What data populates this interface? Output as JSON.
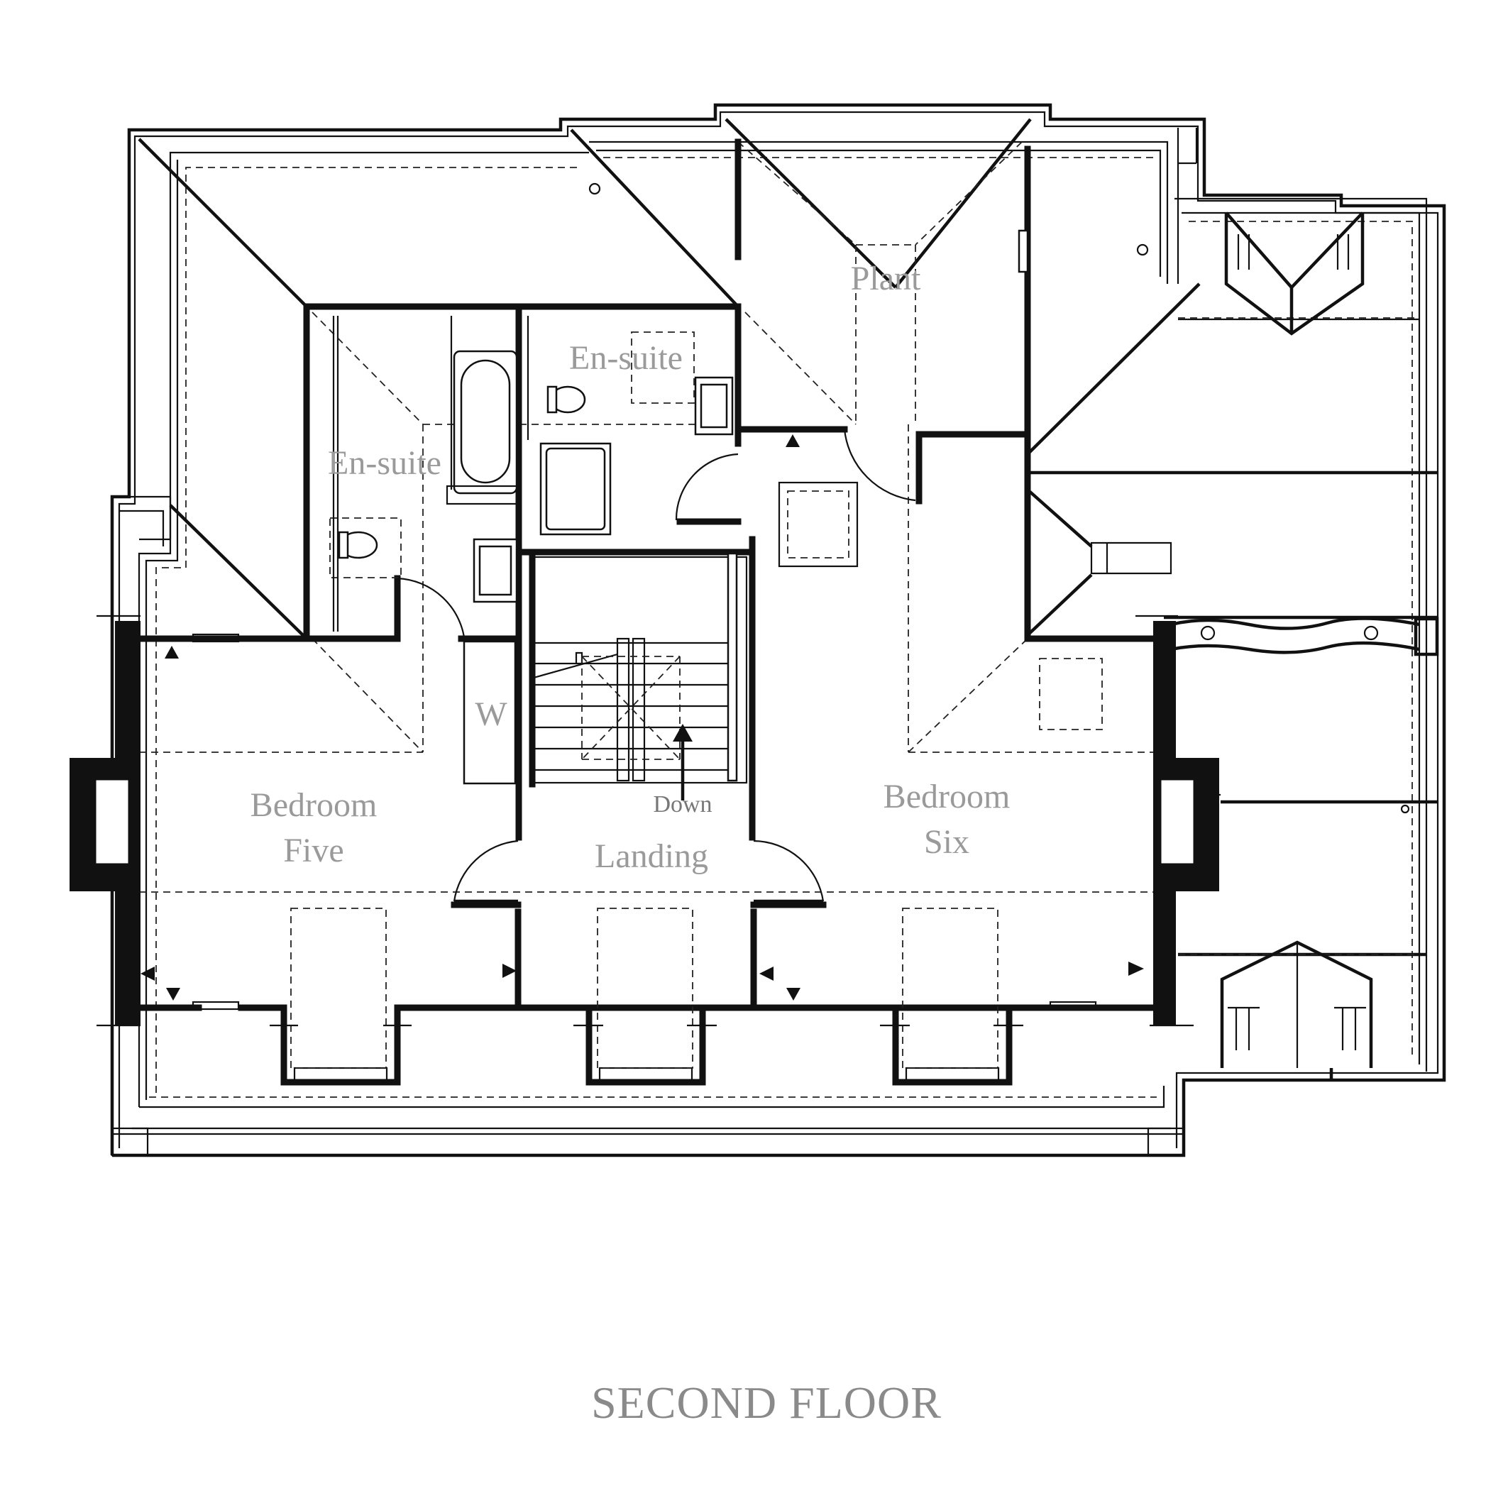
{
  "plan": {
    "title": "SECOND FLOOR",
    "rooms": {
      "plant": "Plant",
      "ensuite_top": "En-suite",
      "ensuite_left": "En-suite",
      "wardrobe": "W",
      "bedroom_five_line1": "Bedroom",
      "bedroom_five_line2": "Five",
      "bedroom_six_line1": "Bedroom",
      "bedroom_six_line2": "Six",
      "landing": "Landing"
    },
    "stair_direction": "Down"
  }
}
